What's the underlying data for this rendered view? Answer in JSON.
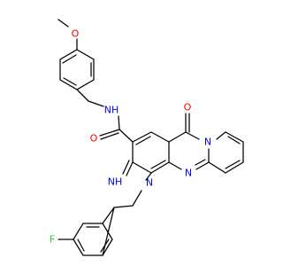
{
  "molecule": {
    "colors": {
      "bond": "#000000",
      "N": "#0000ff",
      "O": "#ff0000",
      "F": "#33cc33",
      "background": "#ffffff"
    },
    "labels": {
      "O_methoxy": "O",
      "NH_amide": "NH",
      "O_amide": "O",
      "O_keto": "O",
      "N_ring_fused": "N",
      "NH_imine": "NH",
      "N_ring_1": "N",
      "N_ring_2": "N",
      "F": "F"
    }
  }
}
